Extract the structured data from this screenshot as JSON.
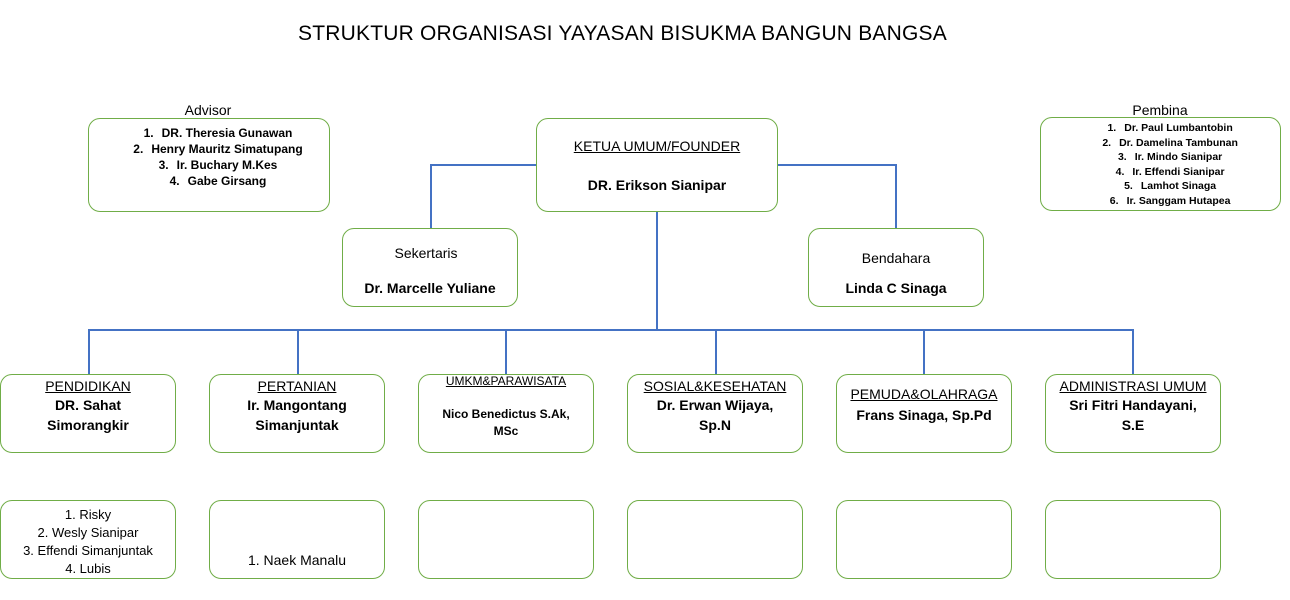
{
  "title": "STRUKTUR ORGANISASI YAYASAN BISUKMA BANGUN BANGSA",
  "advisor": {
    "label": "Advisor",
    "members": [
      {
        "num": "1.",
        "name": "DR. Theresia Gunawan"
      },
      {
        "num": "2.",
        "name": "Henry Mauritz Simatupang"
      },
      {
        "num": "3.",
        "name": "Ir. Buchary M.Kes"
      },
      {
        "num": "4.",
        "name": "Gabe Girsang"
      }
    ]
  },
  "pembina": {
    "label": "Pembina",
    "members": [
      {
        "num": "1.",
        "name": "Dr. Paul Lumbantobin"
      },
      {
        "num": "2.",
        "name": "Dr. Damelina Tambunan"
      },
      {
        "num": "3.",
        "name": "Ir. Mindo Sianipar"
      },
      {
        "num": "4.",
        "name": "Ir. Effendi Sianipar"
      },
      {
        "num": "5.",
        "name": "Lamhot Sinaga"
      },
      {
        "num": "6.",
        "name": "Ir. Sanggam Hutapea"
      }
    ]
  },
  "ketua": {
    "role": "KETUA UMUM/FOUNDER",
    "name": "DR. Erikson Sianipar"
  },
  "sekertaris": {
    "role": "Sekertaris",
    "name": "Dr. Marcelle Yuliane"
  },
  "bendahara": {
    "role": "Bendahara",
    "name": "Linda C Sinaga"
  },
  "divisions": [
    {
      "role": "PENDIDIKAN",
      "name_line1": "DR. Sahat",
      "name_line2": "Simorangkir"
    },
    {
      "role": "PERTANIAN",
      "name_line1": "Ir. Mangontang",
      "name_line2": "Simanjuntak"
    },
    {
      "role": "UMKM&PARAWISATA",
      "name_line1": "Nico Benedictus S.Ak,",
      "name_line2": "MSc"
    },
    {
      "role": "SOSIAL&KESEHATAN",
      "name_line1": "Dr. Erwan Wijaya,",
      "name_line2": "Sp.N"
    },
    {
      "role": "PEMUDA&OLAHRAGA",
      "name_line1": "Frans Sinaga, Sp.Pd",
      "name_line2": ""
    },
    {
      "role": "ADMINISTRASI UMUM",
      "name_line1": "Sri Fitri Handayani,",
      "name_line2": "S.E"
    }
  ],
  "members": {
    "pendidikan": [
      "1. Risky",
      "2. Wesly Sianipar",
      "3. Effendi Simanjuntak",
      "4. Lubis"
    ],
    "pertanian": [
      "1. Naek Manalu"
    ]
  },
  "colors": {
    "box_border": "#70ad47",
    "connector": "#4472c4"
  }
}
